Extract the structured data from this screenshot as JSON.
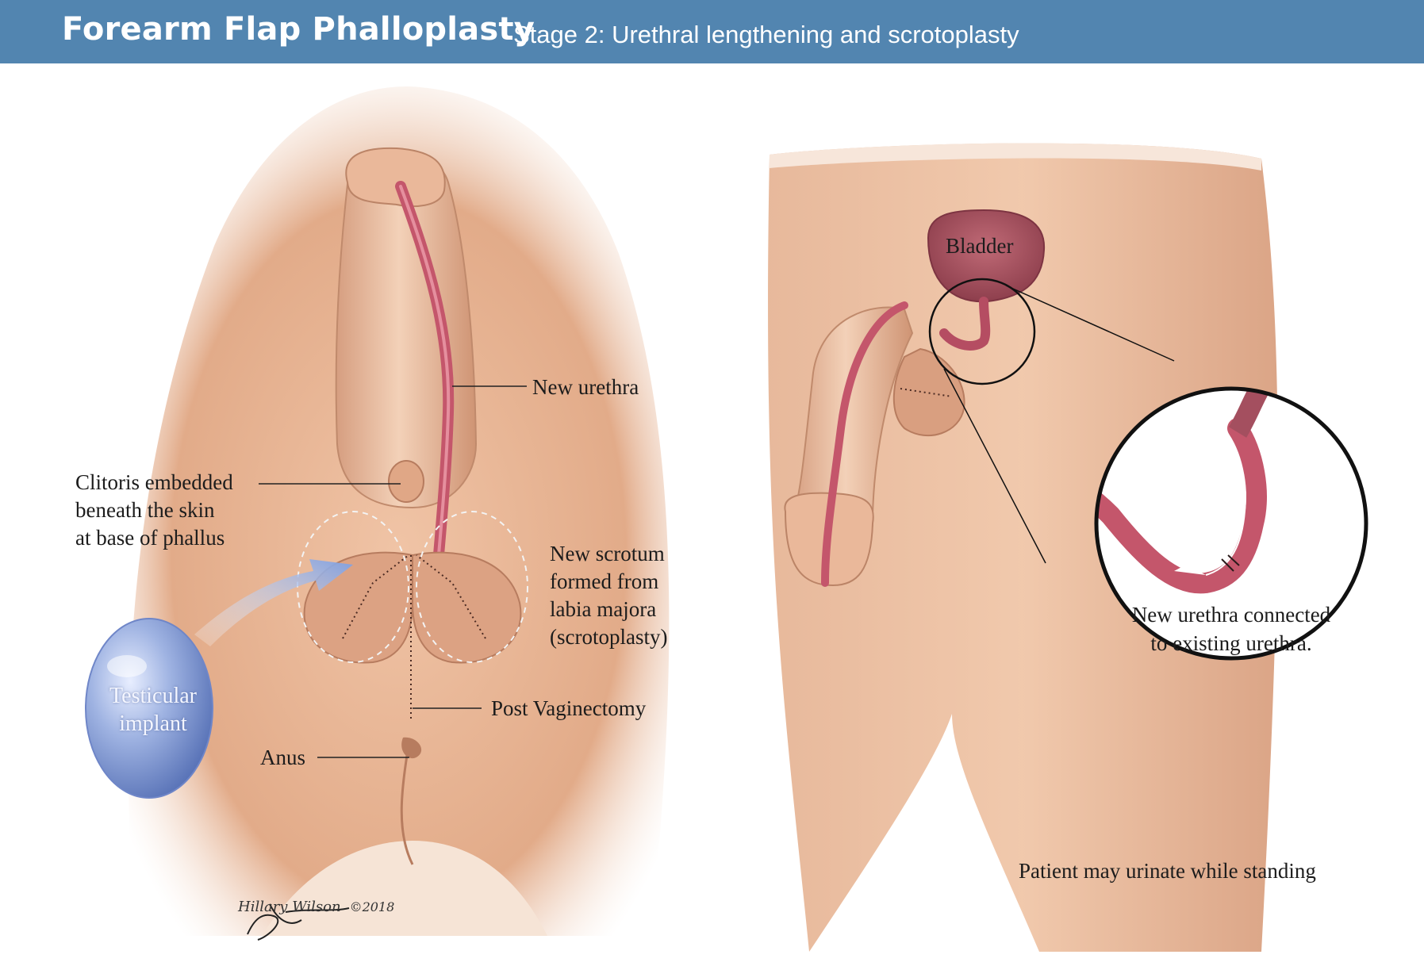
{
  "header": {
    "title": "Forearm Flap Phalloplasty",
    "subtitle": "Stage 2: Urethral lengthening and scrotoplasty"
  },
  "labels": {
    "new_urethra": "New urethra",
    "clitoris_line1": "Clitoris embedded",
    "clitoris_line2": "beneath the skin",
    "clitoris_line3": "at base of phallus",
    "scrotum_line1": "New scrotum",
    "scrotum_line2": "formed from",
    "scrotum_line3": "labia majora",
    "scrotum_line4": "(scrotoplasty)",
    "testicular_line1": "Testicular",
    "testicular_line2": "implant",
    "post_vaginectomy": "Post Vaginectomy",
    "anus": "Anus",
    "bladder": "Bladder",
    "inset_line1": "New urethra connected",
    "inset_line2": "to existing urethra.",
    "standing": "Patient may urinate while standing"
  },
  "signature": {
    "name": "Hillary Wilson",
    "year": "©2018"
  },
  "colors": {
    "header": "#5285b0",
    "skin": "#e9b999",
    "skin_dark": "#c98e6e",
    "urethra": "#c4566b",
    "implant": "#8aa0d6",
    "arrow": "#8faee6"
  }
}
